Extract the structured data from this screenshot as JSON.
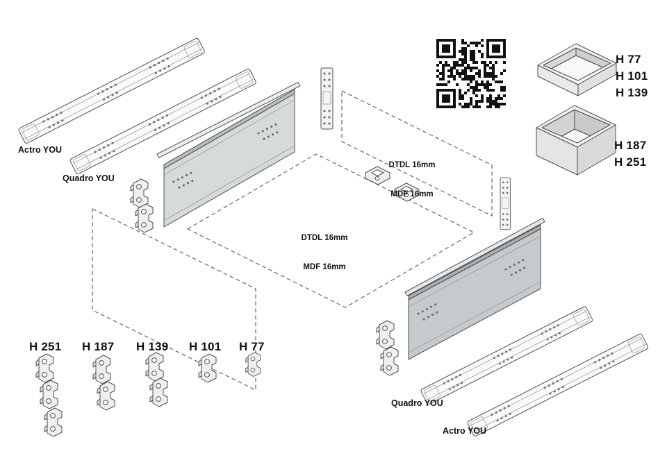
{
  "rails_top_left": {
    "actro": "Actro YOU",
    "quadro": "Quadro YOU"
  },
  "rails_bottom_right": {
    "quadro": "Quadro YOU",
    "actro": "Actro YOU"
  },
  "panel_notes": {
    "back": {
      "line1": "DTDL 16mm",
      "line2": "MDF 16mm"
    },
    "bottom": {
      "line1": "DTDL 16mm",
      "line2": "MDF 16mm"
    }
  },
  "height_labels": {
    "shallow_box": [
      "H 77",
      "H 101",
      "H 139"
    ],
    "deep_box": [
      "H 187",
      "H 251"
    ],
    "connectors": [
      "H 251",
      "H 187",
      "H 139",
      "H 101",
      "H 77"
    ]
  },
  "icons": {
    "qr_code": "qr-code"
  },
  "colors": {
    "line": "#4c4c4c",
    "dashed_line": "#5a5a5a",
    "panel_fill": "#d7dadb",
    "panel_fill_dark": "#c6cacc",
    "text": "#111111",
    "qr": "#111111"
  }
}
